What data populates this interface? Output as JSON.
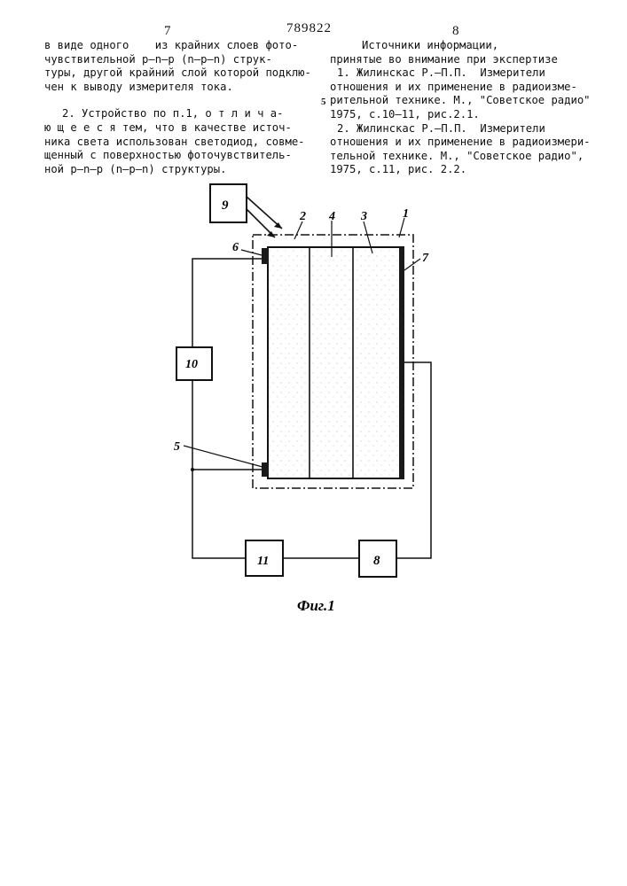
{
  "header": {
    "page_left": "7",
    "patent_number": "789822",
    "page_right": "8"
  },
  "left_column": {
    "paragraph1": [
      "в виде одного    из крайних слоев фото-",
      "чувствительной р–n–р (n–р–n) струк-",
      "туры, другой крайний слой которой подклю-",
      "чен к выводу измерителя тока."
    ],
    "paragraph2": [
      "2. Устройство по п.1, о т л и ч а-",
      "ю щ е е с я тем, что в качестве источ-",
      "ника света использован светодиод, совме-",
      "щенный с поверхностью фоточувствитель-",
      "ной р–n–р (n–р–n) структуры."
    ]
  },
  "margin_line_number": "5",
  "right_column": {
    "heading_line1": "Источники информации,",
    "heading_line2": "принятые во внимание при экспертизе",
    "ref1": [
      "1. Жилинскас Р.–П.П.  Измерители",
      "отношения и их применение в радиоизме-",
      "рительной технике. М., \"Советское радио\"",
      "1975, с.10–11, рис.2.1."
    ],
    "ref2": [
      "2. Жилинскас Р.–П.П.  Измерители",
      "отношения и их применение в радиоизмери-",
      "тельной технике. М., \"Советское радио\",",
      "1975, с.11, рис. 2.2."
    ]
  },
  "figure": {
    "caption": "Фиг.1",
    "labels": {
      "l1": "1",
      "l2": "2",
      "l3": "3",
      "l4": "4",
      "l5": "5",
      "l6": "6",
      "l7": "7",
      "l8": "8",
      "l9": "9",
      "l10": "10",
      "l11": "11"
    }
  }
}
